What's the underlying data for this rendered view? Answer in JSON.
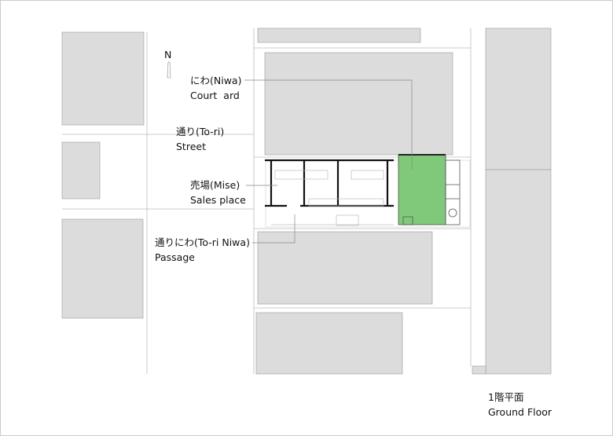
{
  "north_label": "N",
  "labels": {
    "niwa": {
      "jp": "にわ(Niwa)",
      "en": "Court  ard"
    },
    "tori": {
      "jp": "通り(To-ri)",
      "en": "Street"
    },
    "mise": {
      "jp": "売場(Mise)",
      "en": "Sales place"
    },
    "passage": {
      "jp": "通りにわ(To-ri Niwa)",
      "en": "Passage"
    }
  },
  "title": {
    "jp": "1階平面",
    "en": "Ground Floor"
  },
  "colors": {
    "block": "#dcdcdc",
    "courtyard": "#80c97a",
    "line": "#bbbbbb"
  }
}
